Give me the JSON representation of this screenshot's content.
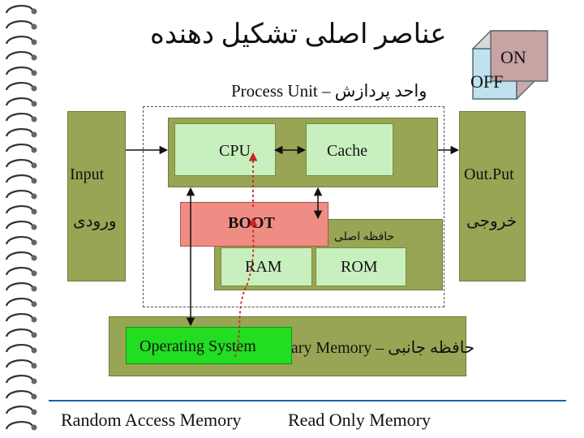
{
  "title": "عناصر اصلی تشکیل دهنده",
  "switch": {
    "on": "ON",
    "off": "OFF"
  },
  "process_unit": "Process Unit – واحد پردازش",
  "cpu": "CPU",
  "cache": "Cache",
  "input": {
    "en": "Input",
    "fa": "ورودی"
  },
  "output": {
    "en": "Out.Put",
    "fa": "خروجی"
  },
  "boot": "BOOT",
  "main_memory": "حافظه اصلی",
  "ram": "RAM",
  "rom": "ROM",
  "secondary_memory": "Secondary Memory – حافظه جانبی",
  "operating_system": "Operating System",
  "footer": {
    "ram_full": "Random Access Memory",
    "rom_full": "Read Only Memory"
  },
  "colors": {
    "olive": "#98a554",
    "light_green": "#c8f0bf",
    "boot": "#ef8d84",
    "os": "#22dd22",
    "rule": "#1f5fa8"
  }
}
